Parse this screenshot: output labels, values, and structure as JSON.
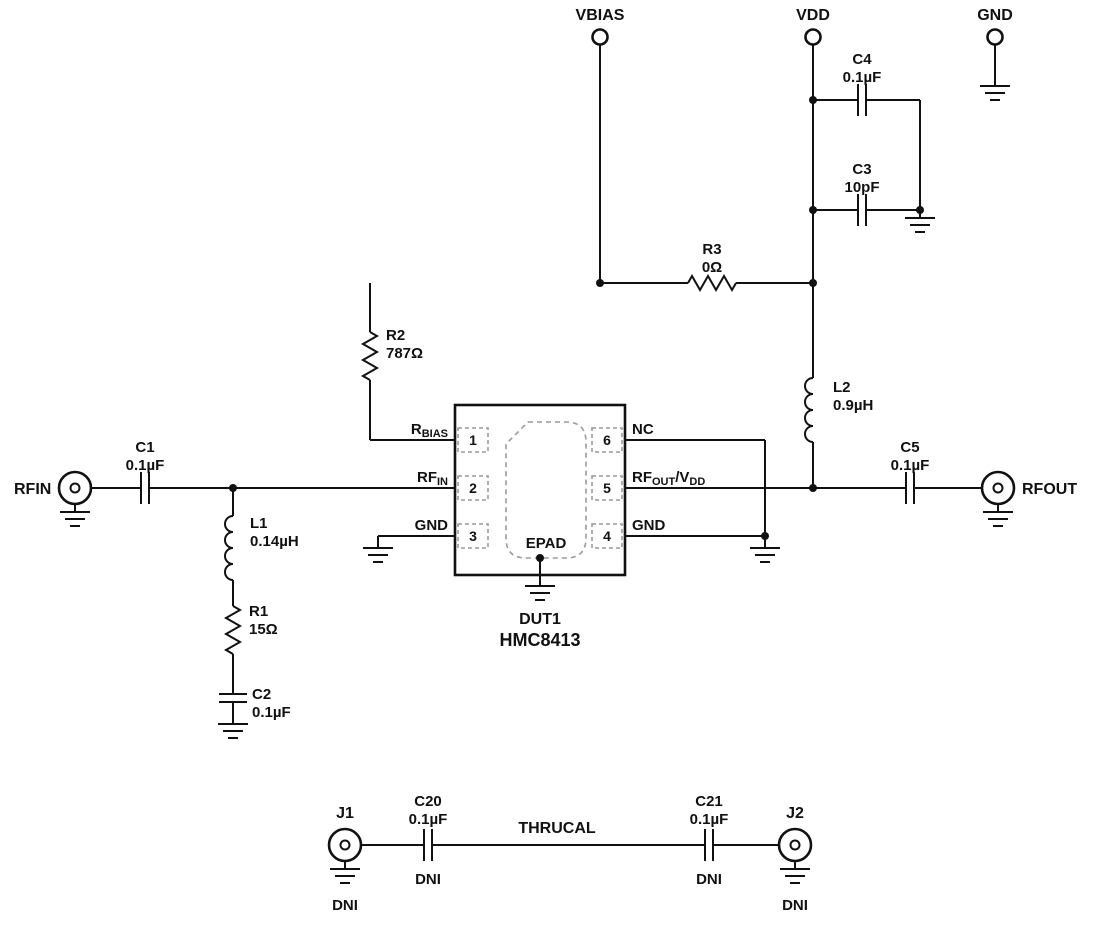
{
  "power": {
    "vbias": "VBIAS",
    "vdd": "VDD",
    "gnd": "GND"
  },
  "ports": {
    "rfin": "RFIN",
    "rfout": "RFOUT"
  },
  "components": {
    "C1": {
      "ref": "C1",
      "value": "0.1µF"
    },
    "C2": {
      "ref": "C2",
      "value": "0.1µF"
    },
    "C3": {
      "ref": "C3",
      "value": "10pF"
    },
    "C4": {
      "ref": "C4",
      "value": "0.1µF"
    },
    "C5": {
      "ref": "C5",
      "value": "0.1µF"
    },
    "C20": {
      "ref": "C20",
      "value": "0.1µF"
    },
    "C21": {
      "ref": "C21",
      "value": "0.1µF"
    },
    "R1": {
      "ref": "R1",
      "value": "15Ω"
    },
    "R2": {
      "ref": "R2",
      "value": "787Ω"
    },
    "R3": {
      "ref": "R3",
      "value": "0Ω"
    },
    "L1": {
      "ref": "L1",
      "value": "0.14µH"
    },
    "L2": {
      "ref": "L2",
      "value": "0.9µH"
    }
  },
  "dut": {
    "ref": "DUT1",
    "part": "HMC8413",
    "epad": "EPAD",
    "pins": {
      "p1": {
        "num": "1",
        "main": "R",
        "sub": "BIAS"
      },
      "p2": {
        "num": "2",
        "main": "RF",
        "sub": "IN"
      },
      "p3": {
        "num": "3",
        "label": "GND"
      },
      "p4": {
        "num": "4",
        "label": "GND"
      },
      "p5": {
        "num": "5",
        "main": "RF",
        "sub": "OUT",
        "main2": "/V",
        "sub2": "DD"
      },
      "p6": {
        "num": "6",
        "label": "NC"
      }
    }
  },
  "thrucal": {
    "j1": "J1",
    "j2": "J2",
    "label": "THRUCAL",
    "dni": "DNI"
  }
}
